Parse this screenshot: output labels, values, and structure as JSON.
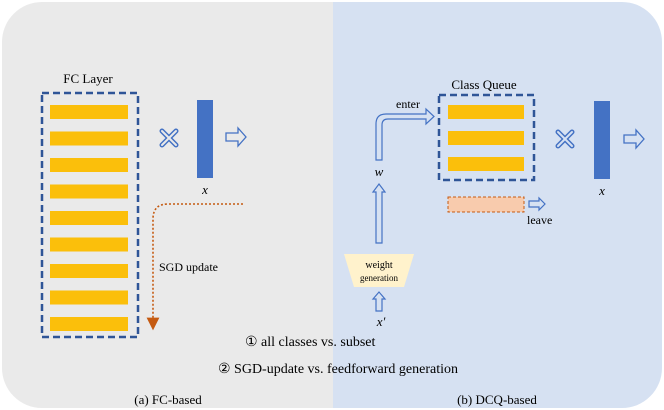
{
  "left_panel": {
    "fc_title": "FC Layer",
    "x_label": "x",
    "sgd_label": "SGD update",
    "caption": "(a) FC-based",
    "fc_row_count": 9,
    "panel_color": "#eaeaea"
  },
  "right_panel": {
    "queue_title": "Class Queue",
    "enter_label": "enter",
    "leave_label": "leave",
    "w_label": "w",
    "x_label": "x",
    "x_prime_label": "x′",
    "weight_gen_line1": "weight",
    "weight_gen_line2": "generation",
    "caption": "(b) DCQ-based",
    "queue_row_count": 3,
    "panel_color": "#d6e1f2"
  },
  "comparison": {
    "line1": "① all classes vs. subset",
    "line2": "② SGD-update vs. feedforward generation"
  },
  "colors": {
    "bar": "#fbbf0b",
    "dashed_box": "#2f5597",
    "vector": "#4472c4",
    "sgd_arrow": "#c55a11",
    "leaving_bar": "#f8cbad",
    "weight_gen_fill": "#fff2cc"
  }
}
